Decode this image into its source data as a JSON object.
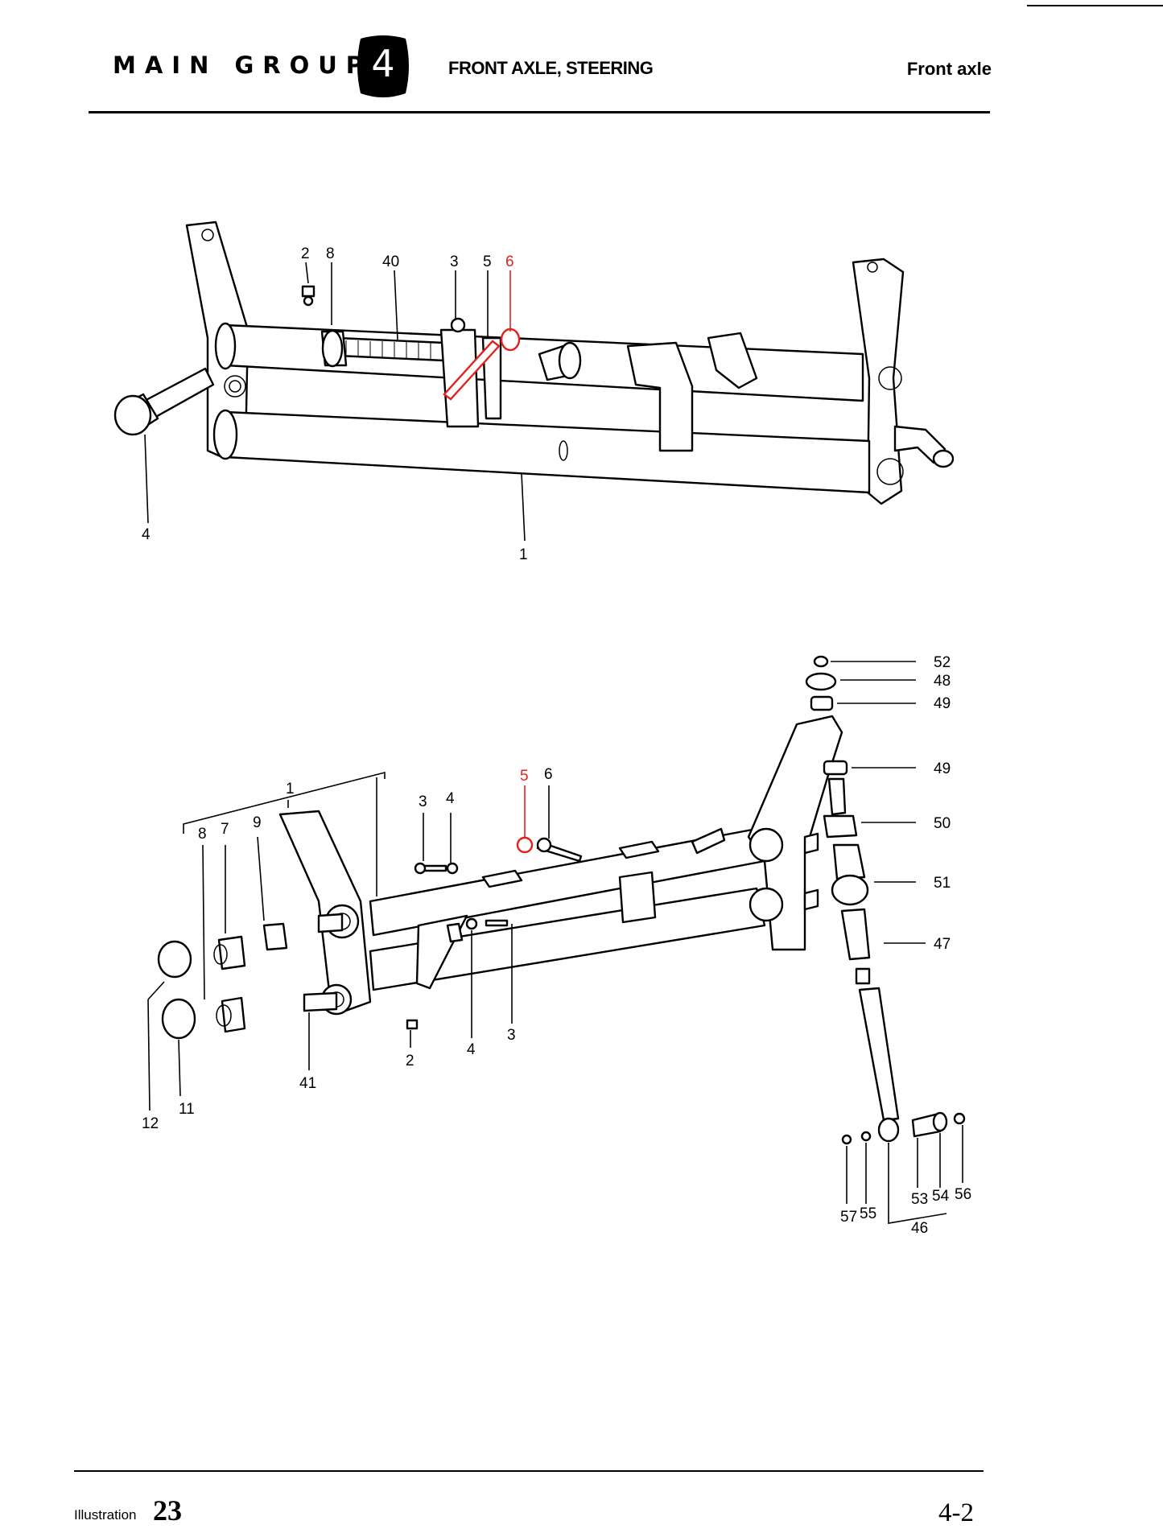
{
  "header": {
    "main_group": "MAIN GROUP",
    "group_number": "4",
    "section": "FRONT AXLE, STEERING",
    "subsection": "Front axle"
  },
  "footer": {
    "illustration_label": "Illustration",
    "illustration_number": "23",
    "page_number": "4-2"
  },
  "colors": {
    "highlight": "#e3211c",
    "ink": "#000000"
  },
  "diagram_top": {
    "labels": [
      {
        "id": "t2",
        "text": "2"
      },
      {
        "id": "t8",
        "text": "8"
      },
      {
        "id": "t40",
        "text": "40"
      },
      {
        "id": "t3",
        "text": "3"
      },
      {
        "id": "t5",
        "text": "5"
      },
      {
        "id": "t6",
        "text": "6",
        "highlight": true
      },
      {
        "id": "t4",
        "text": "4"
      },
      {
        "id": "t1",
        "text": "1"
      }
    ]
  },
  "diagram_bottom": {
    "labels": [
      {
        "id": "b1",
        "text": "1"
      },
      {
        "id": "b8",
        "text": "8"
      },
      {
        "id": "b7",
        "text": "7"
      },
      {
        "id": "b9",
        "text": "9"
      },
      {
        "id": "b3a",
        "text": "3"
      },
      {
        "id": "b4a",
        "text": "4"
      },
      {
        "id": "b5",
        "text": "5",
        "highlight": true
      },
      {
        "id": "b6",
        "text": "6"
      },
      {
        "id": "b52",
        "text": "52"
      },
      {
        "id": "b48",
        "text": "48"
      },
      {
        "id": "b49a",
        "text": "49"
      },
      {
        "id": "b49b",
        "text": "49"
      },
      {
        "id": "b50",
        "text": "50"
      },
      {
        "id": "b51",
        "text": "51"
      },
      {
        "id": "b47",
        "text": "47"
      },
      {
        "id": "b4b",
        "text": "4"
      },
      {
        "id": "b3b",
        "text": "3"
      },
      {
        "id": "b2",
        "text": "2"
      },
      {
        "id": "b41",
        "text": "41"
      },
      {
        "id": "b11",
        "text": "11"
      },
      {
        "id": "b12",
        "text": "12"
      },
      {
        "id": "b57",
        "text": "57"
      },
      {
        "id": "b55",
        "text": "55"
      },
      {
        "id": "b53",
        "text": "53"
      },
      {
        "id": "b54",
        "text": "54"
      },
      {
        "id": "b56",
        "text": "56"
      },
      {
        "id": "b46",
        "text": "46"
      }
    ]
  }
}
